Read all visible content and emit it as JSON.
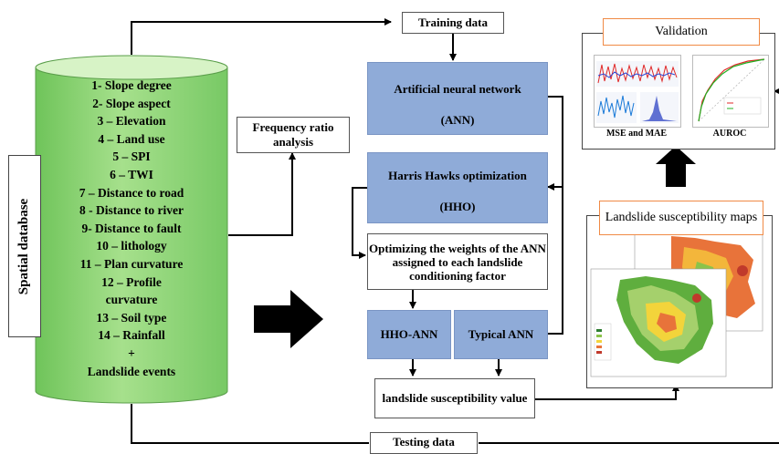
{
  "spatial_database": "Spatial database",
  "factors": [
    "1- Slope degree",
    "2- Slope aspect",
    "3 – Elevation",
    "4 – Land use",
    "5 – SPI",
    "6 – TWI",
    "7 – Distance to road",
    "8 - Distance to river",
    "9- Distance to fault",
    "10 – lithology",
    "11 – Plan curvature",
    "12 – Profile",
    "curvature",
    "13 – Soil type",
    "14 – Rainfall",
    "+",
    "Landslide events"
  ],
  "frequency_ratio": "Frequency ratio analysis",
  "training_data": "Training data",
  "testing_data": "Testing data",
  "ann": {
    "title": "Artificial neural network",
    "abbr": "(ANN)"
  },
  "hho": {
    "title": "Harris Hawks optimization",
    "abbr": "(HHO)"
  },
  "optimizing": "Optimizing the weights of the ANN assigned to each landslide conditioning factor",
  "hho_ann": "HHO-ANN",
  "typical_ann": "Typical ANN",
  "susceptibility_value": "landslide susceptibility value",
  "validation": {
    "title": "Validation",
    "mse_label": "MSE and MAE",
    "auroc_label": "AUROC"
  },
  "maps": {
    "title": "Landslide susceptibility maps"
  },
  "colors": {
    "cylinder_light": "#d7f3c6",
    "cylinder_mid": "#9adc7f",
    "cylinder_dark": "#6fc45a",
    "blue_box": "#8fabd8",
    "title_border": "#f08a45"
  }
}
